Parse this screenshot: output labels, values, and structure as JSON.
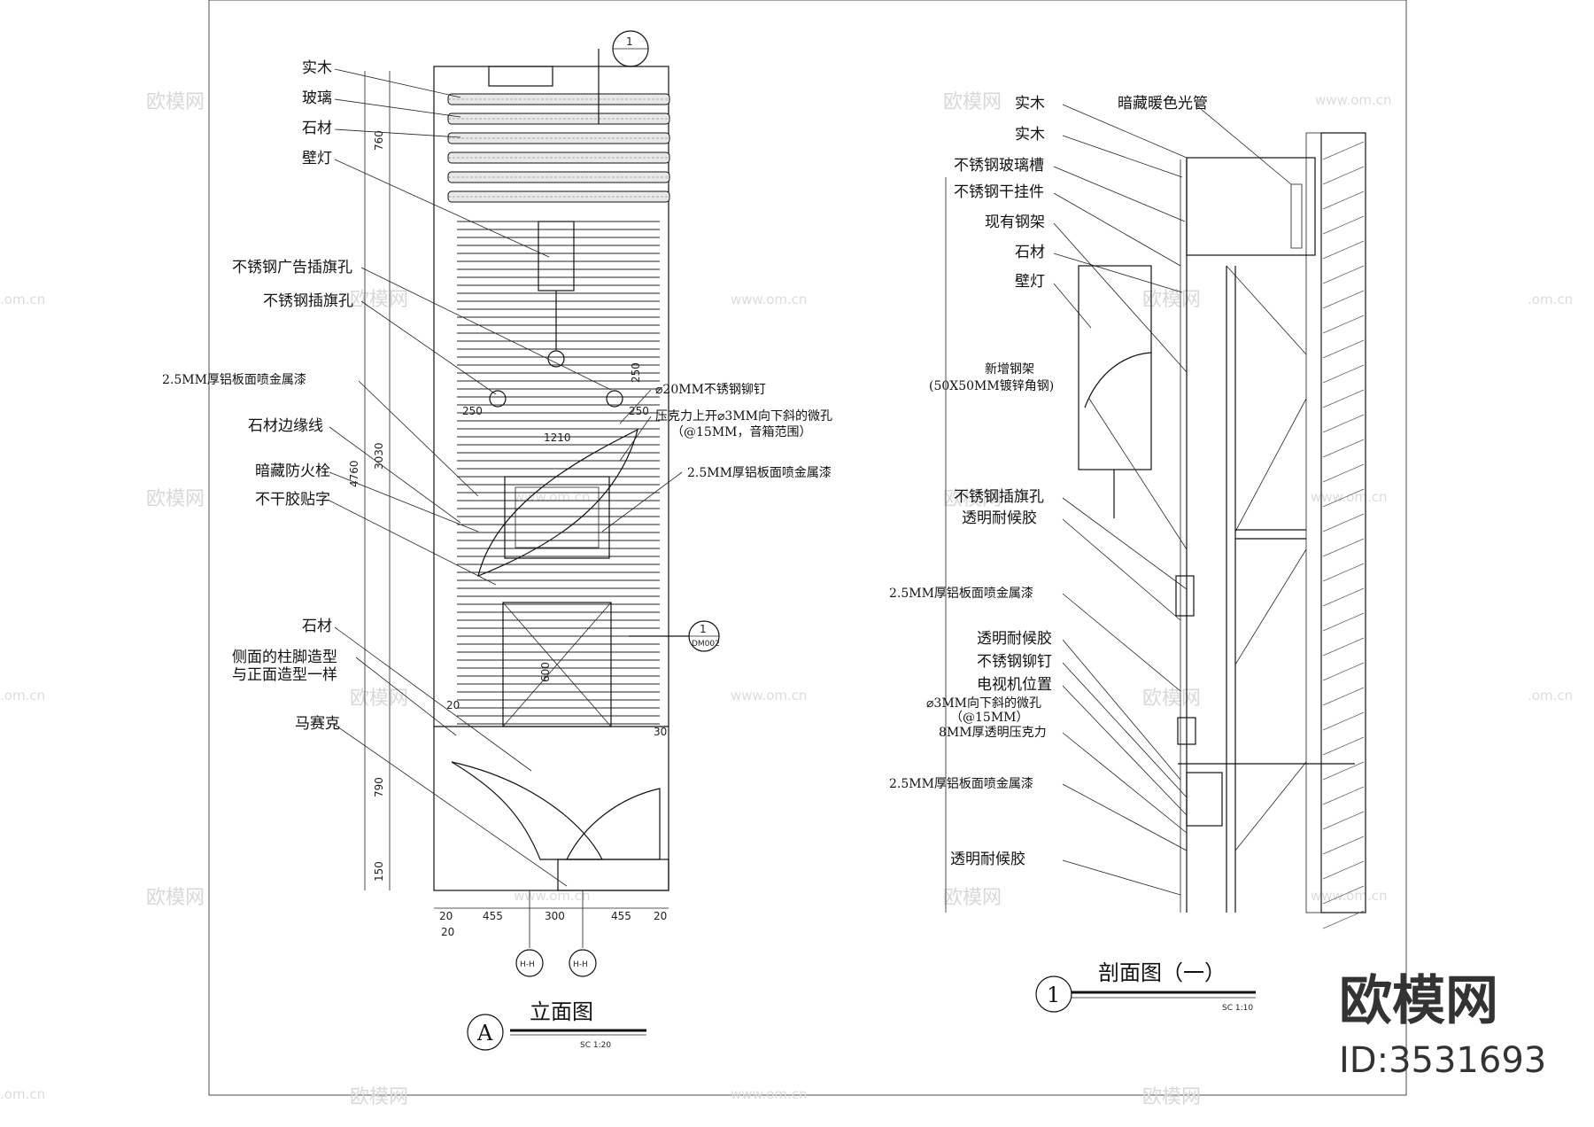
{
  "elevation": {
    "title": "立面图",
    "marker": "A",
    "scale": "SC 1:20",
    "labels_left": [
      "实木",
      "玻璃",
      "石材",
      "壁灯",
      "不锈钢广告插旗孔",
      "不锈钢插旗孔",
      "2.5MM厚铝板面喷金属漆",
      "石材边缘线",
      "暗藏防火栓",
      "不干胶贴字",
      "石材",
      "侧面的柱脚造型",
      "与正面造型一样",
      "马赛克"
    ],
    "labels_right": [
      "⌀20MM不锈钢铆钉",
      "压克力上开⌀3MM向下斜的微孔",
      "（@15MM，音箱范围）",
      "2.5MM厚铝板面喷金属漆"
    ],
    "dims_vertical": [
      "760",
      "3030",
      "4760",
      "790",
      "150"
    ],
    "dims_bottom": [
      "20",
      "455",
      "300",
      "455",
      "20",
      "20"
    ],
    "dims_inner": [
      "250",
      "250",
      "1210",
      "250",
      "20",
      "30",
      "600"
    ],
    "section_marker_top": "1",
    "section_marker_mid": "1",
    "section_marker_mid_ref": "DM002",
    "grid_bubbles": [
      "H-H",
      "H-H"
    ]
  },
  "section": {
    "title": "剖面图（一）",
    "marker": "1",
    "scale": "SC 1:10",
    "labels_left": [
      "实木",
      "实木",
      "不锈钢玻璃槽",
      "不锈钢干挂件",
      "现有钢架",
      "石材",
      "壁灯",
      "新增钢架",
      "(50X50MM镀锌角钢)",
      "不锈钢插旗孔",
      "透明耐候胶",
      "2.5MM厚铝板面喷金属漆",
      "透明耐候胶",
      "不锈钢铆钉",
      "电视机位置",
      "⌀3MM向下斜的微孔",
      "（@15MM）",
      "8MM厚透明压克力",
      "2.5MM厚铝板面喷金属漆",
      "透明耐候胶"
    ],
    "label_top": "暗藏暖色光管"
  },
  "watermark": {
    "site_name": "欧模网",
    "site_url": "www.om.cn",
    "url_short": ".om.cn",
    "brand": "欧模网",
    "id_text": "ID:3531693"
  }
}
